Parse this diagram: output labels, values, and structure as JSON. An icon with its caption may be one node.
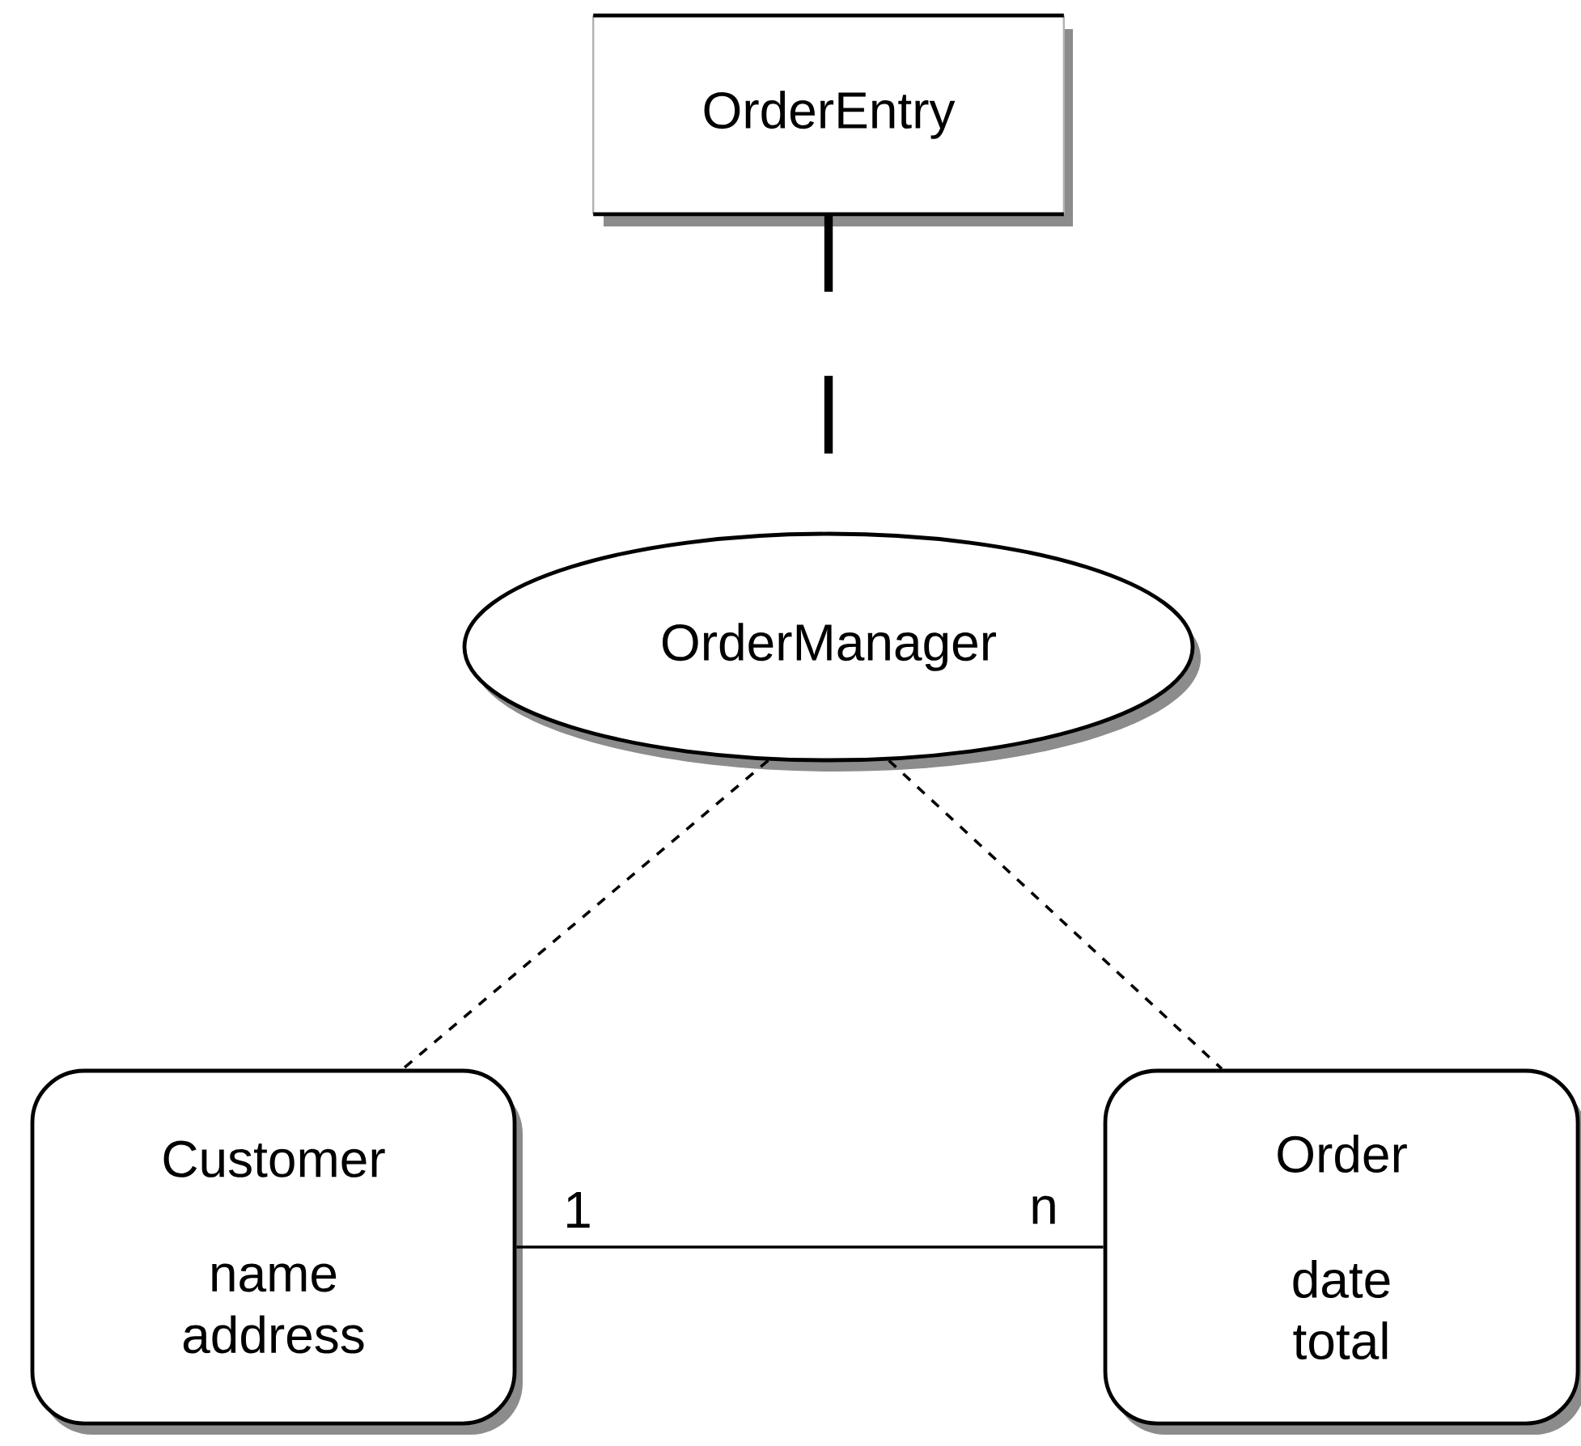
{
  "diagram": {
    "nodes": [
      {
        "text": [
          "OrderEntry"
        ]
      },
      {
        "text": [
          "OrderManager"
        ]
      },
      {
        "text": [
          "Customer",
          "name address"
        ]
      },
      {
        "text": [
          "Order",
          "date total"
        ]
      }
    ],
    "edges": [
      {
        "from": 0,
        "to": 1,
        "arrow": "none",
        "style": "dashed"
      },
      {
        "from": 1,
        "to": 2,
        "arrow": "none",
        "style": "dashed"
      },
      {
        "from": 1,
        "to": 3,
        "arrow": "none",
        "style": "dashed"
      },
      {
        "from": 2,
        "to": 3,
        "arrow": "none"
      }
    ],
    "labels": [
      "1",
      "n"
    ]
  }
}
